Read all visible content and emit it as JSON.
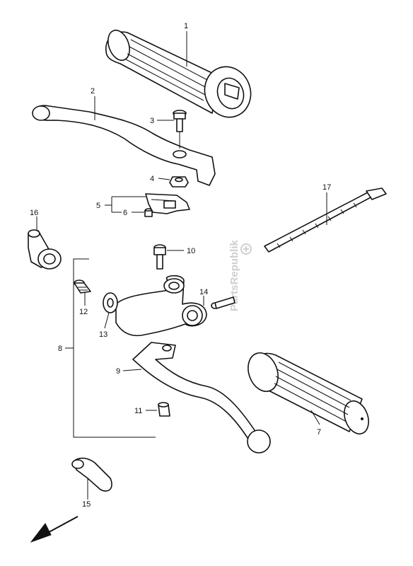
{
  "callouts": {
    "c1": "1",
    "c2": "2",
    "c3": "3",
    "c4": "4",
    "c5": "5",
    "c6": "6",
    "c7": "7",
    "c8": "8",
    "c9": "9",
    "c10": "10",
    "c11": "11",
    "c12": "12",
    "c13": "13",
    "c14": "14",
    "c15": "15",
    "c16": "16",
    "c17": "17"
  },
  "watermark": "PartsRepublik",
  "colors": {
    "line": "#111111",
    "background": "#ffffff",
    "watermark": "#cfcfcf"
  }
}
